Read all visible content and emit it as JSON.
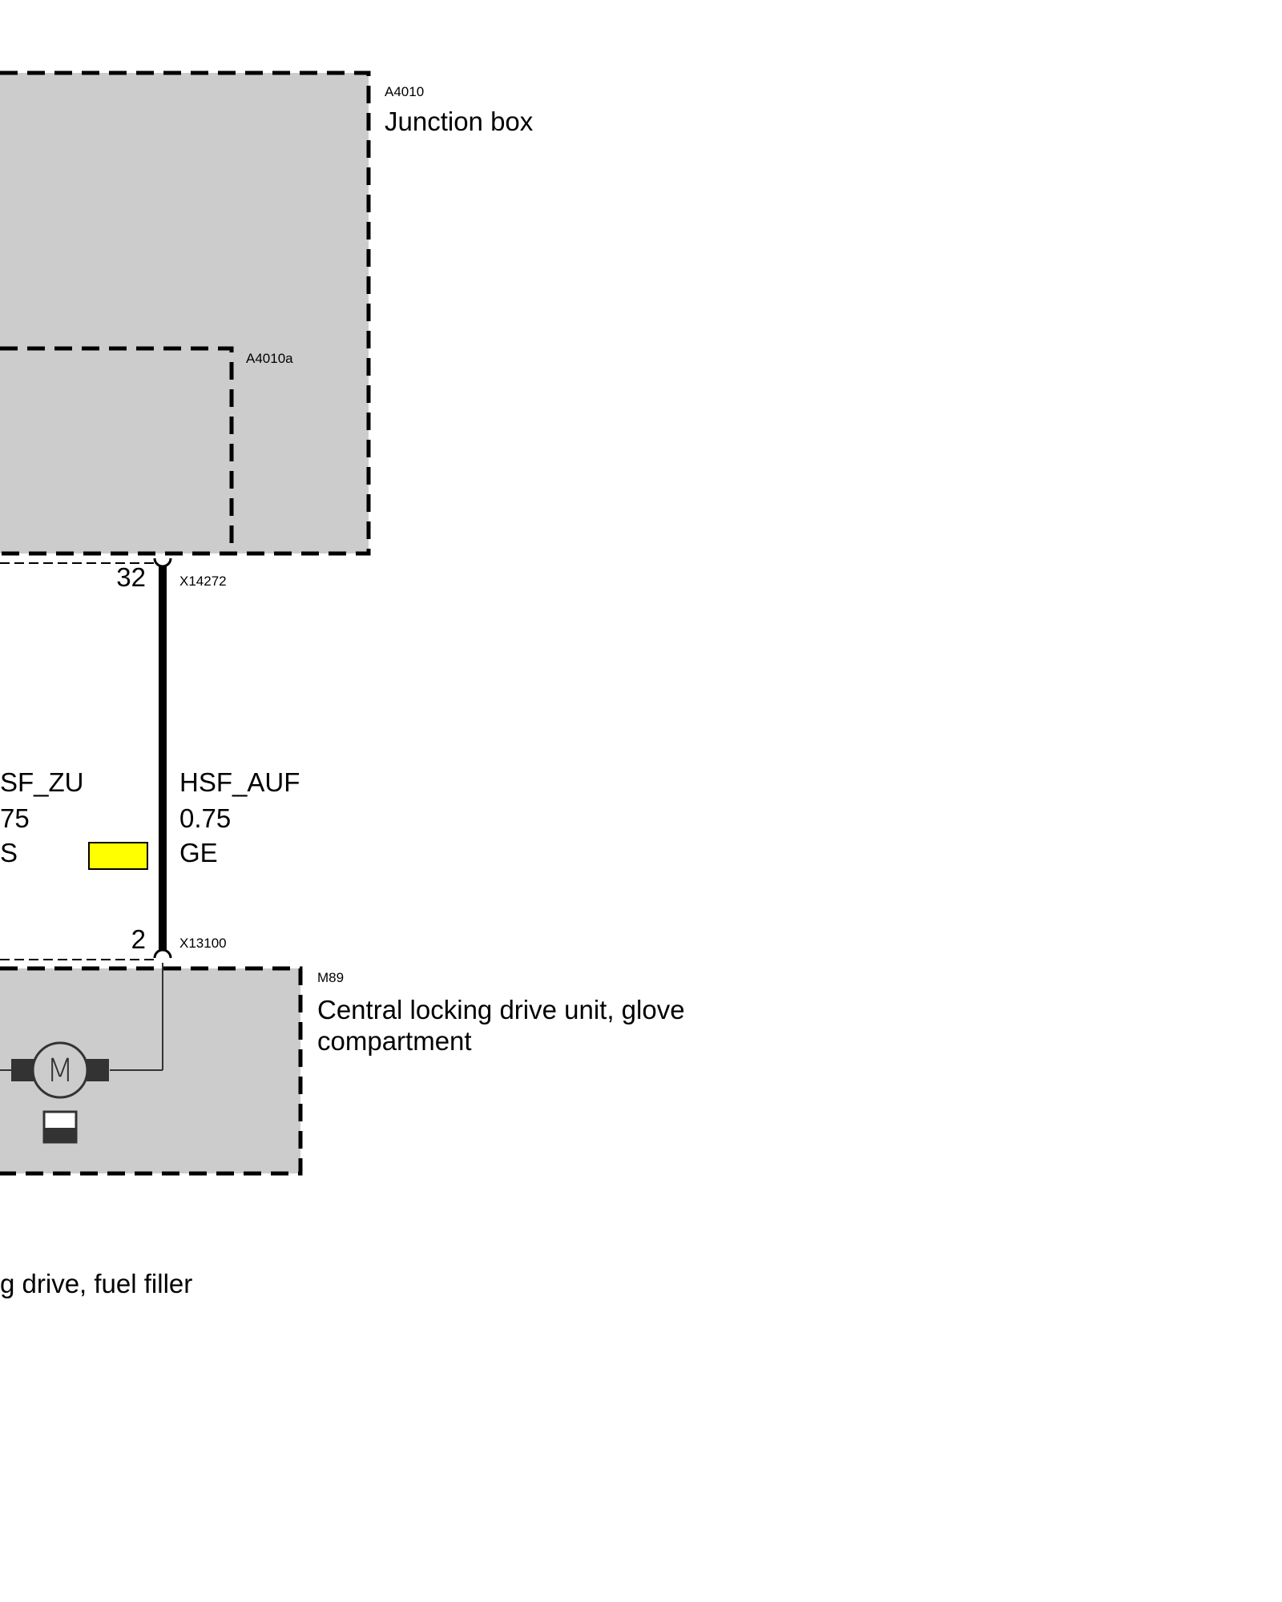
{
  "components": {
    "junction_box": {
      "id": "A4010",
      "name": "Junction box"
    },
    "junction_box_sub": {
      "id": "A4010a"
    },
    "glovebox_drive": {
      "id": "M89",
      "name_line1": "Central locking drive unit, glove",
      "name_line2": "compartment"
    }
  },
  "connectors": {
    "top": {
      "id": "X14272",
      "pin": "32"
    },
    "bottom": {
      "id": "X13100",
      "pin": "2"
    }
  },
  "wires": {
    "main": {
      "signal": "HSF_AUF",
      "gauge": "0.75",
      "color_code": "GE",
      "swatch_color": "#ffff00"
    },
    "left_partial": {
      "signal": "SF_ZU",
      "gauge": "75",
      "color_code": "S"
    }
  },
  "partial_text": {
    "fuel_filler": "g drive, fuel filler"
  },
  "motor": {
    "symbol": "M"
  },
  "colors": {
    "box_fill": "#cccccc",
    "line": "#000000",
    "motor_stroke": "#333333"
  }
}
